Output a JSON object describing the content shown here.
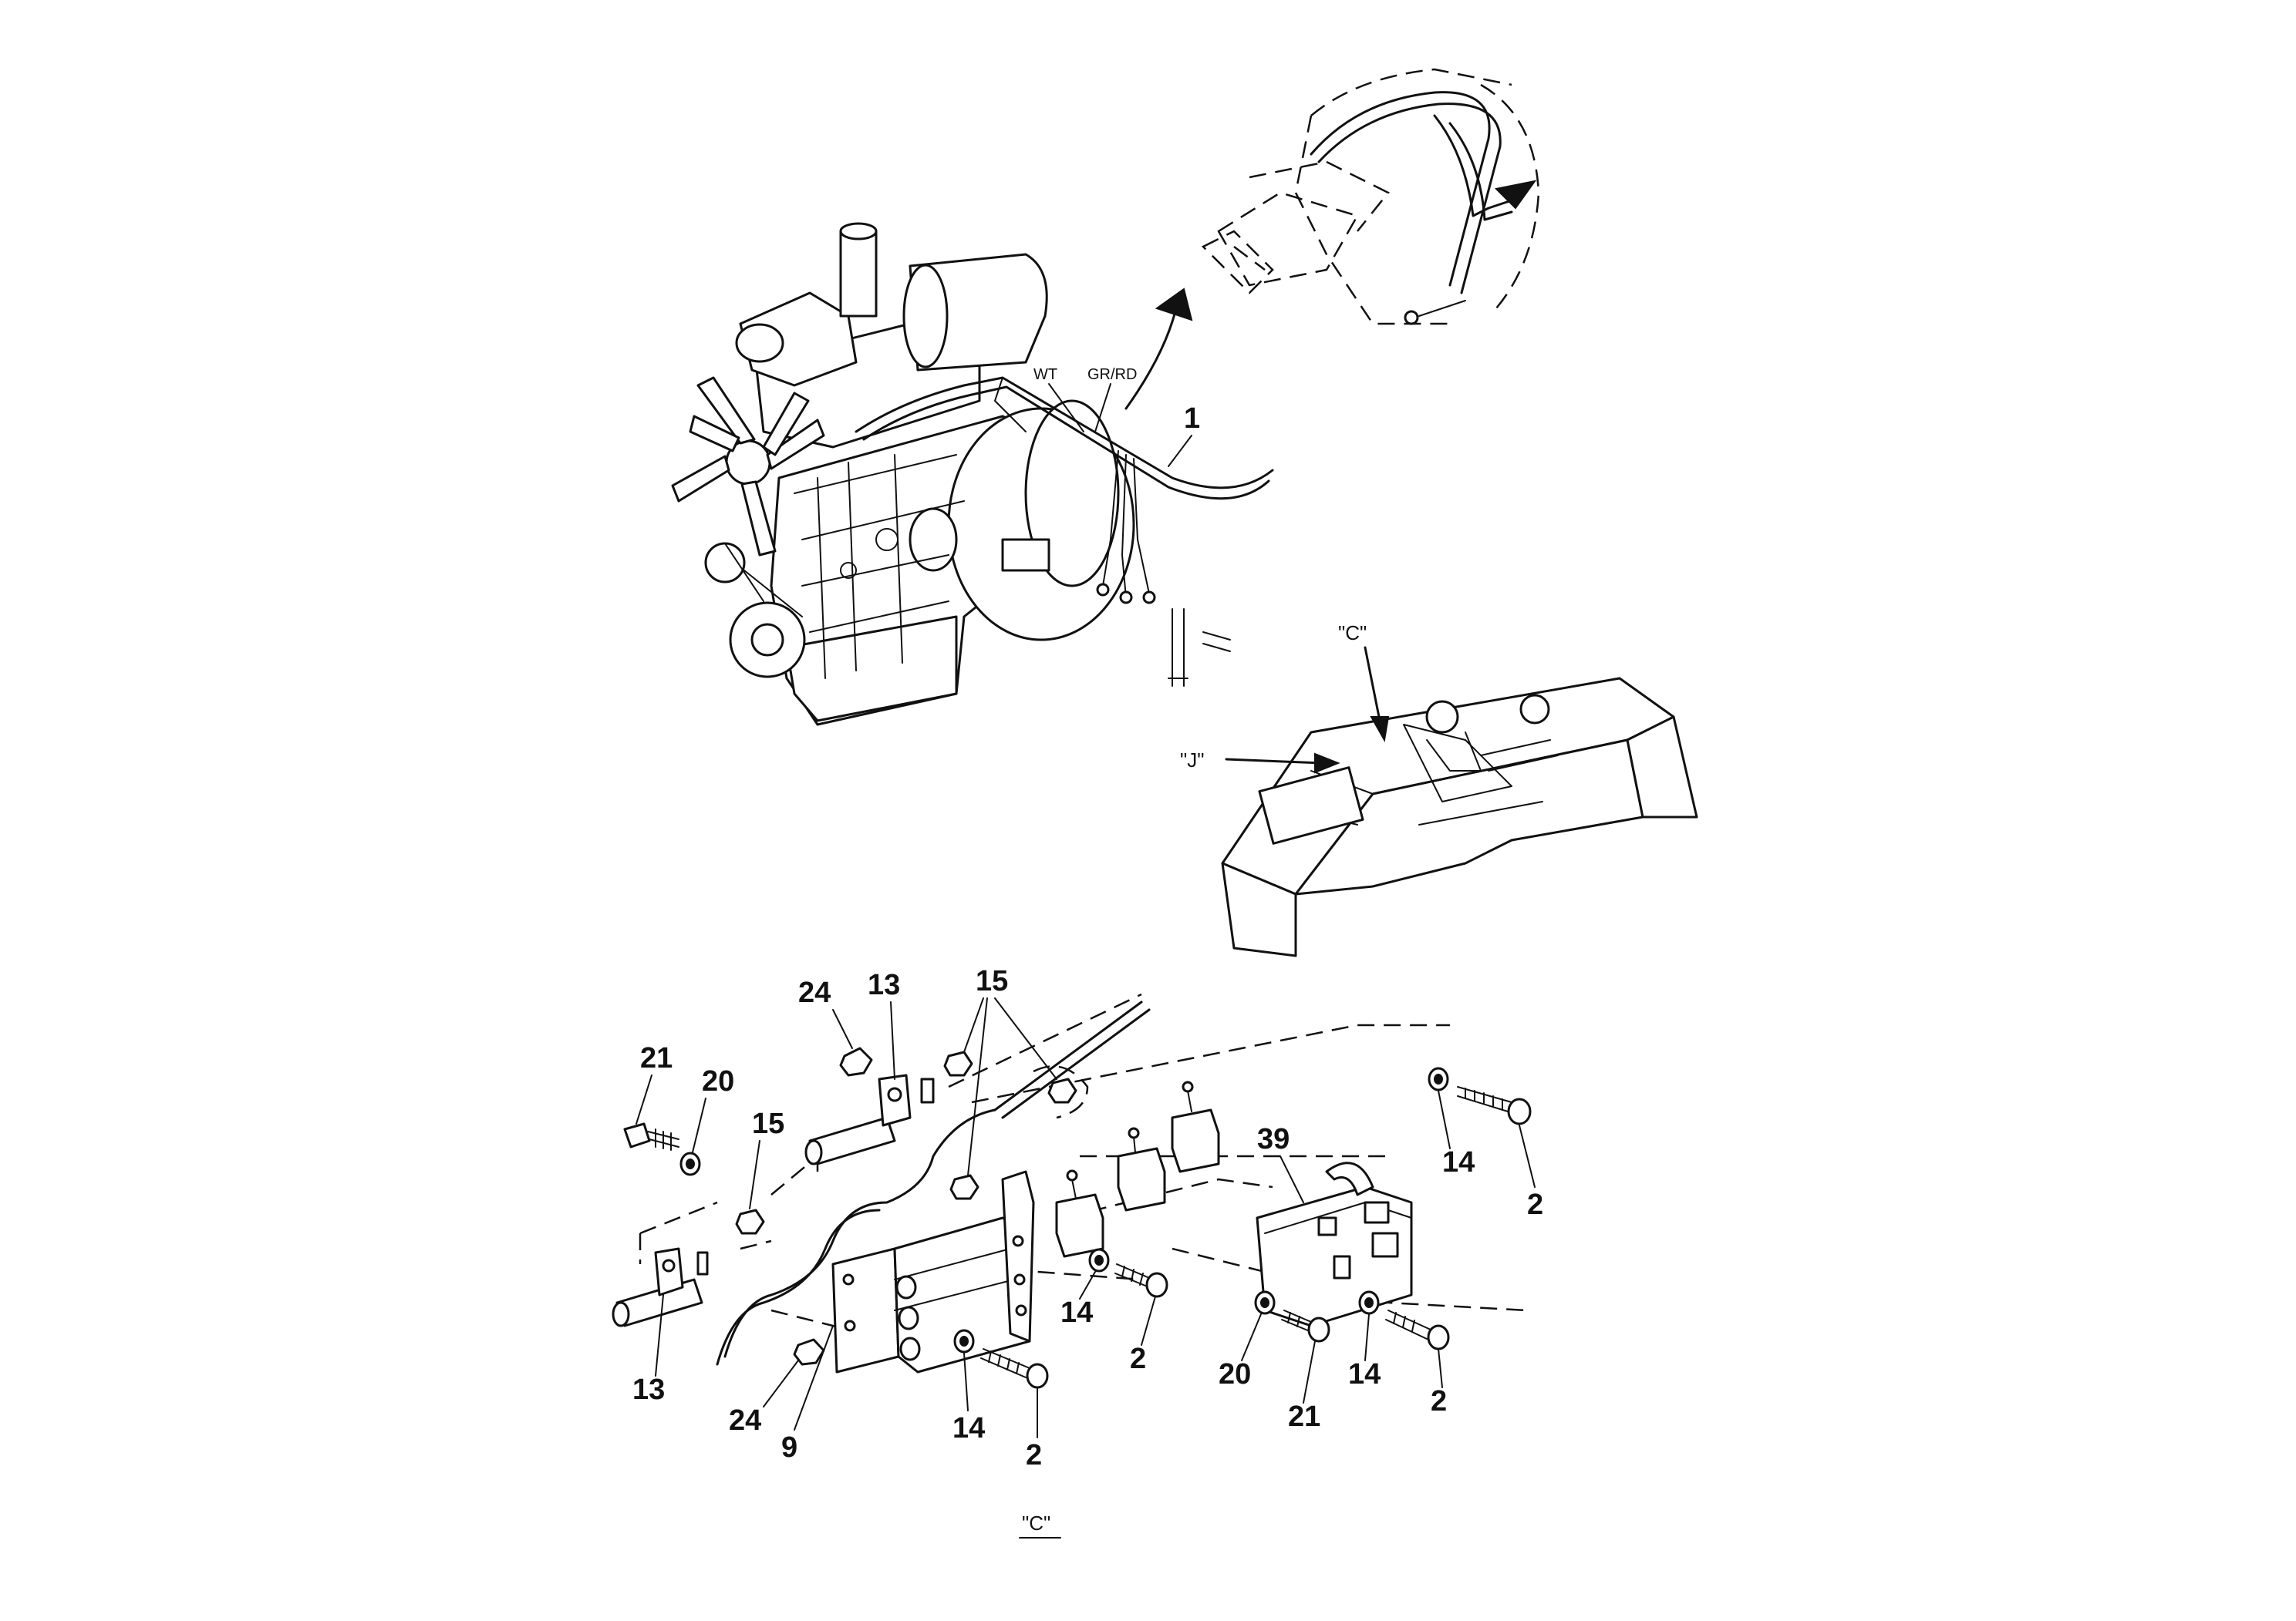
{
  "wire_labels": {
    "white": "WT",
    "green_red": "GR/RD"
  },
  "view_labels": {
    "c_callout": "\"C\"",
    "j_callout": "\"J\"",
    "c_detail_title": "\"C\""
  },
  "part_numbers": {
    "harness": "1",
    "c24_top": "24",
    "c13_top": "13",
    "c15_top": "15",
    "c21_left": "21",
    "c20_left": "20",
    "c15_mid": "15",
    "c39": "39",
    "c14_right": "14",
    "c2_right": "2",
    "c14_center": "14",
    "c2_center": "2",
    "c20_bottom": "20",
    "c21_bottom": "21",
    "c14_bottom_right": "14",
    "c2_bottom_right": "2",
    "c13_bottom": "13",
    "c24_bottom": "24",
    "c9": "9",
    "c14_bottom": "14",
    "c2_bottom": "2"
  }
}
